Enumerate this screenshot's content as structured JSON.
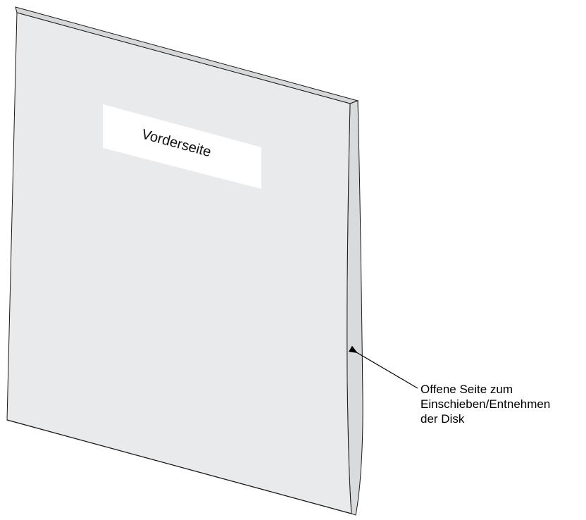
{
  "label": {
    "front": "Vorderseite"
  },
  "annotation": {
    "lines": [
      "Offene Seite zum",
      "Einschieben/Entnehmen",
      "der Disk"
    ]
  },
  "colors": {
    "sleeve_face": "#e9eaeb",
    "sleeve_side": "#d9dadb",
    "sleeve_edge_dark": "#b8b9ba",
    "outline": "#1a1a1a",
    "label_bg": "#ffffff"
  }
}
